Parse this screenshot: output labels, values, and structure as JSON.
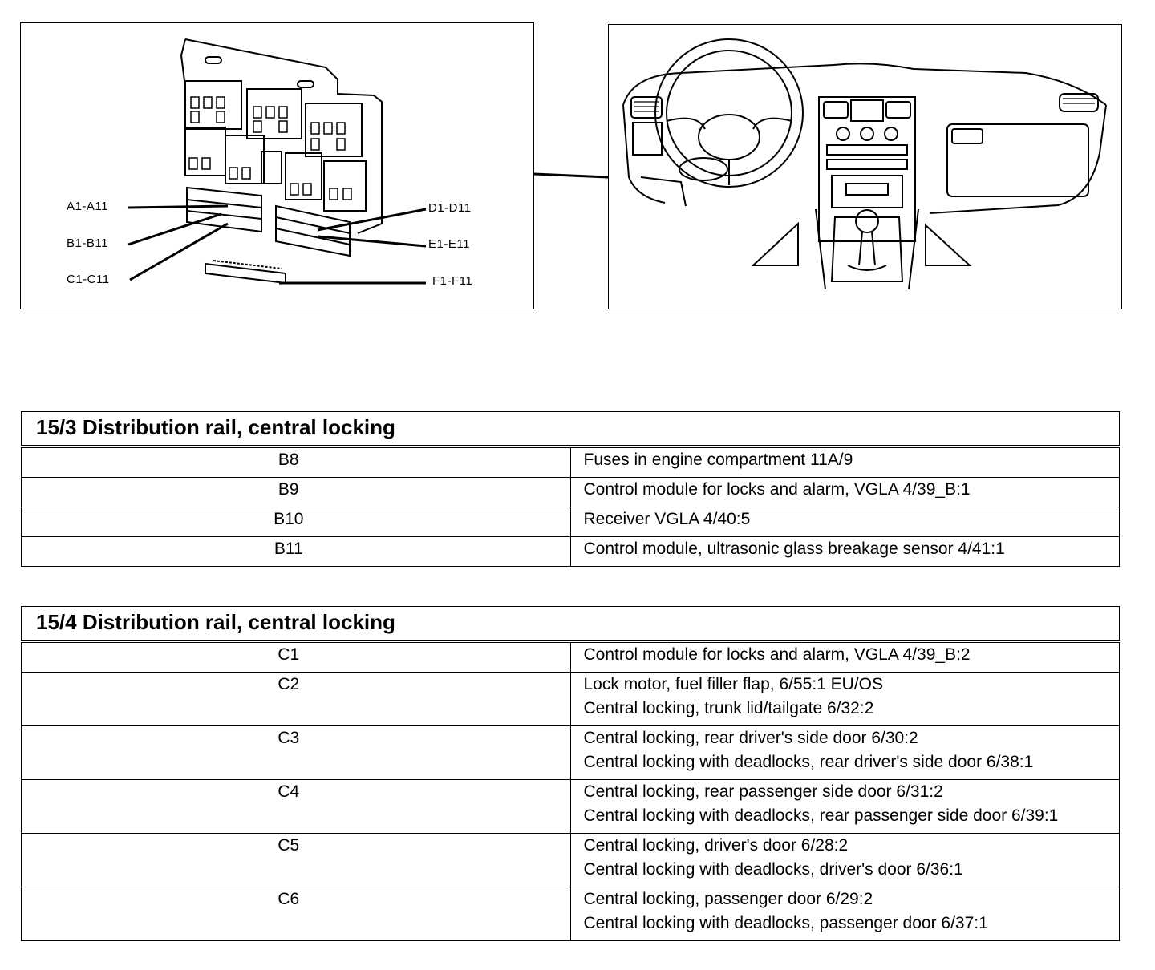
{
  "fuse_box_figure": {
    "connector_labels": {
      "a": "A1-A11",
      "b": "B1-B11",
      "c": "C1-C11",
      "d": "D1-D11",
      "e": "E1-E11",
      "f": "F1-F11"
    }
  },
  "tables": [
    {
      "title": "15/3 Distribution rail, central locking",
      "rows": [
        {
          "code": "B8",
          "lines": [
            "Fuses in engine compartment 11A/9"
          ]
        },
        {
          "code": "B9",
          "lines": [
            "Control module for locks and alarm, VGLA 4/39_B:1"
          ]
        },
        {
          "code": "B10",
          "lines": [
            "Receiver VGLA 4/40:5"
          ]
        },
        {
          "code": "B11",
          "lines": [
            "Control module, ultrasonic glass breakage sensor 4/41:1"
          ]
        }
      ]
    },
    {
      "title": "15/4 Distribution rail, central locking",
      "rows": [
        {
          "code": "C1",
          "lines": [
            "Control module for locks and alarm, VGLA 4/39_B:2"
          ]
        },
        {
          "code": "C2",
          "lines": [
            "Lock motor, fuel filler flap, 6/55:1 EU/OS",
            "Central locking, trunk lid/tailgate 6/32:2"
          ]
        },
        {
          "code": "C3",
          "lines": [
            "Central locking, rear driver's side door 6/30:2",
            "Central locking with deadlocks, rear driver's side door 6/38:1"
          ]
        },
        {
          "code": "C4",
          "lines": [
            "Central locking, rear passenger side door 6/31:2",
            "Central locking with deadlocks, rear passenger side door 6/39:1"
          ]
        },
        {
          "code": "C5",
          "lines": [
            "Central locking, driver's door 6/28:2",
            "Central locking with deadlocks, driver's door 6/36:1"
          ]
        },
        {
          "code": "C6",
          "lines": [
            "Central locking, passenger door 6/29:2",
            "Central locking with deadlocks, passenger door 6/37:1"
          ]
        }
      ]
    }
  ]
}
